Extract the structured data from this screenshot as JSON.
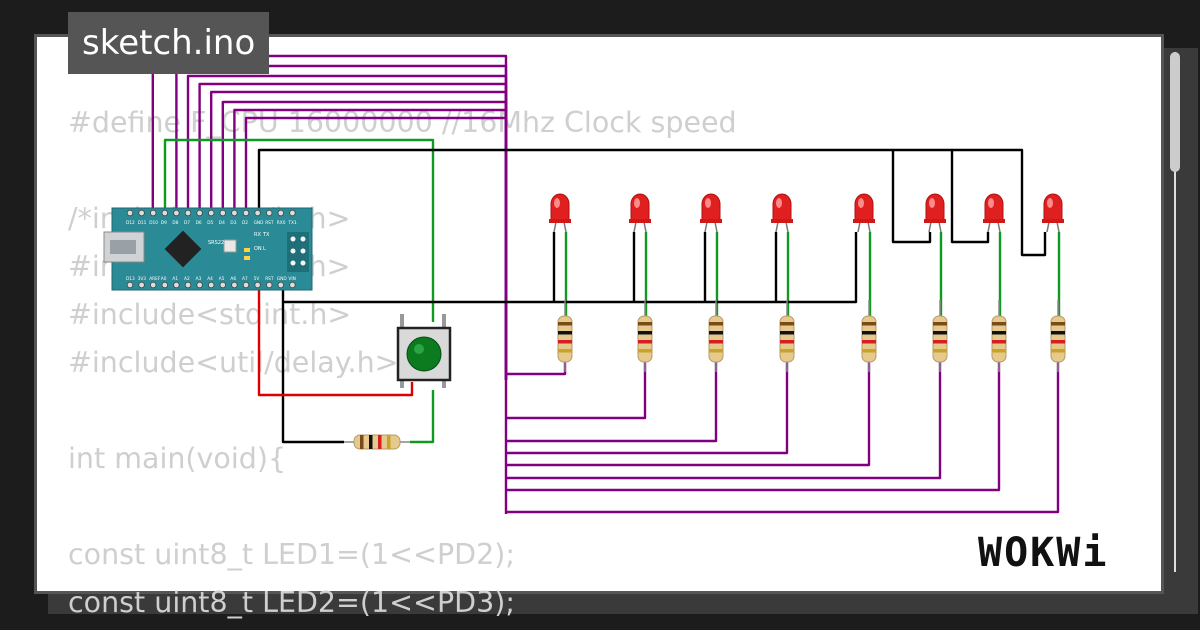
{
  "title": "sketch.ino",
  "logo": "WOKWi",
  "code_lines": [
    "#define F_CPU 16000000 //16Mhz Clock speed",
    "",
    "/*include<avr/io.h>",
    "#include<avr/io.h>",
    "#include<stdint.h>",
    "#include<util/delay.h>",
    "",
    "int main(void){",
    "",
    "const uint8_t LED1=(1<<PD2);",
    "const uint8_t LED2=(1<<PD3);"
  ],
  "board": {
    "top_pins": [
      "D12",
      "D11",
      "D10",
      "D9",
      "D8",
      "D7",
      "D6",
      "D5",
      "D4",
      "D3",
      "D2",
      "GND",
      "RST",
      "RX0",
      "TX1"
    ],
    "bottom_pins": [
      "D13",
      "3V3",
      "AREF",
      "A0",
      "A1",
      "A2",
      "A3",
      "A4",
      "A5",
      "A6",
      "A7",
      "5V",
      "RST",
      "GND",
      "VIN"
    ],
    "side_labels": [
      "RX",
      "TX",
      "ON",
      "L"
    ],
    "chip_label": "SRS22"
  },
  "colors": {
    "wire_purple": "#800080",
    "wire_green": "#119a22",
    "wire_black": "#000000",
    "wire_red": "#dd0000",
    "board": "#2a8a96",
    "led": "#e02020",
    "button": "#0c7a1e"
  },
  "led_count": 8
}
